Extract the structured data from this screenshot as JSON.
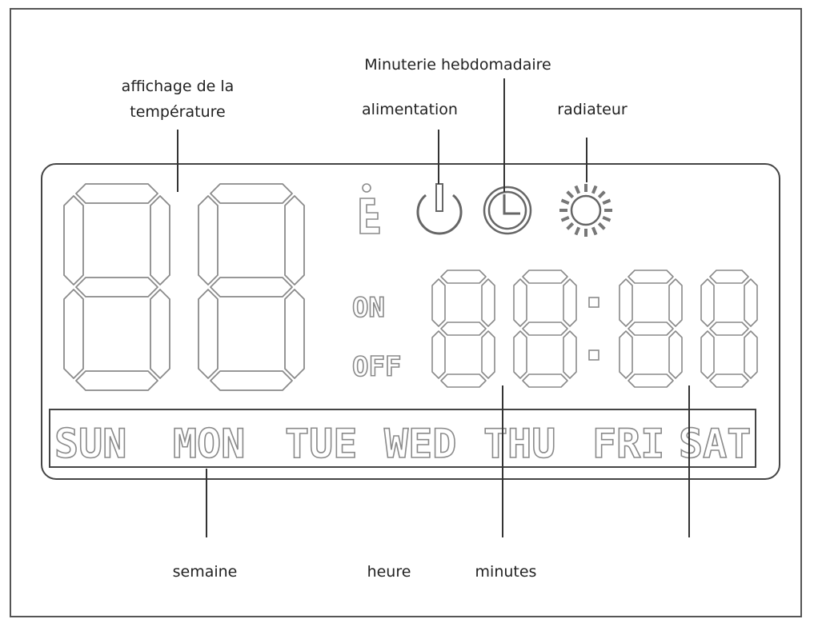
{
  "labels": {
    "temperature_line1": "affichage de la",
    "temperature_line2": "température",
    "weekly_timer": "Minuterie hebdomadaire",
    "power": "alimentation",
    "heater": "radiateur",
    "week": "semaine",
    "hour": "heure",
    "minutes": "minutes"
  },
  "lcd": {
    "on": "ON",
    "off": "OFF",
    "days": [
      "SUN",
      "MON",
      "TUE",
      "WED",
      "THU",
      "FRI",
      "SAT"
    ]
  },
  "icons": [
    "fan-icon",
    "power-icon",
    "clock-icon",
    "sun-icon"
  ],
  "colors": {
    "segment_stroke": "#8a8a8a",
    "line": "#333333",
    "frame": "#555555"
  }
}
